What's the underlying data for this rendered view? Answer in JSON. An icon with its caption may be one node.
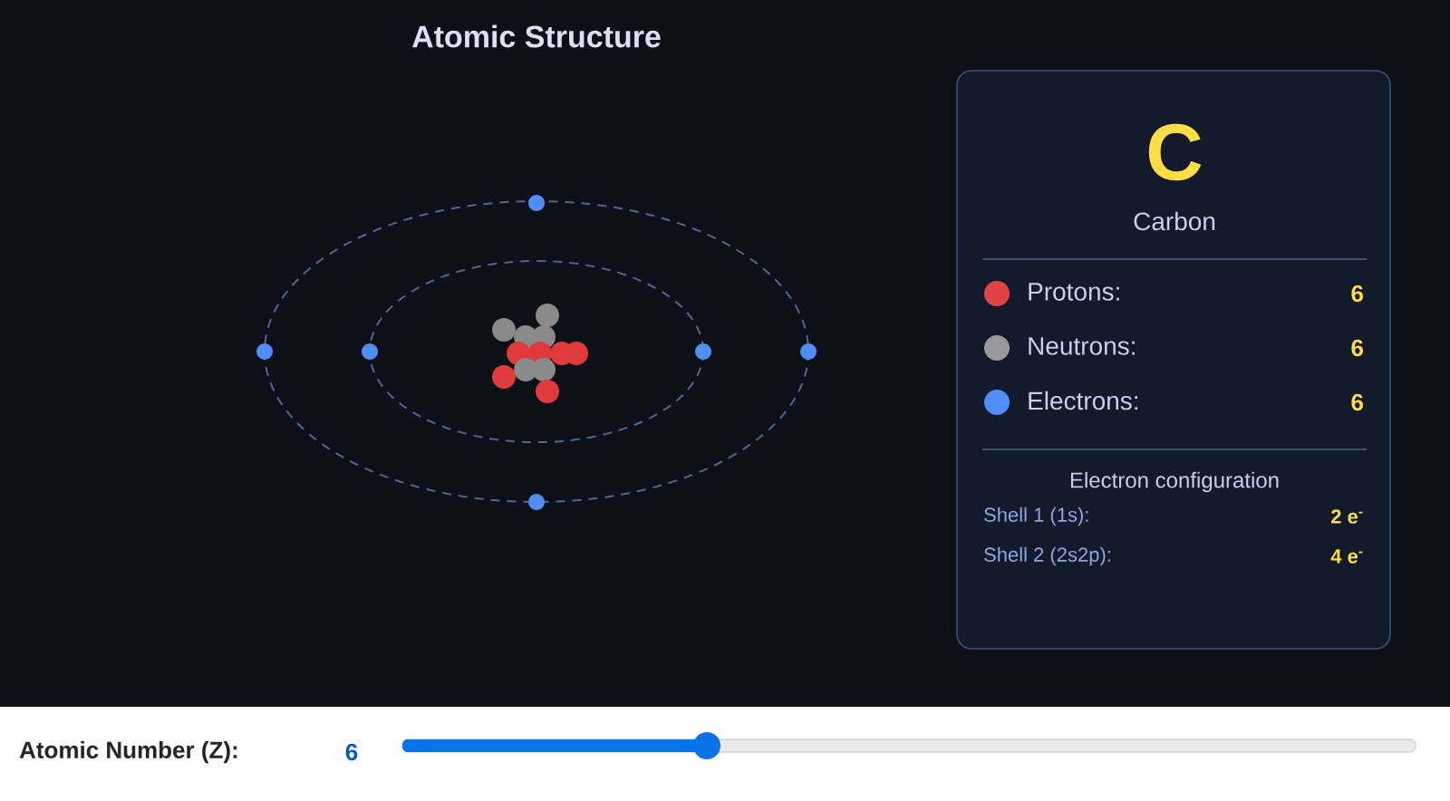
{
  "diagram": {
    "title": "Atomic Structure",
    "labels": [
      "C",
      "Carbon",
      "6",
      "6",
      "6",
      "Electron configuration",
      "Shell 1 (1s):",
      "2 e$^{-}$",
      "Shell 2 (2s2p):",
      "4 e$^{-}$",
      "Atomic Number (Z):",
      "6"
    ],
    "legend": [
      {
        "text": "Protons:",
        "color": "#e04444"
      },
      {
        "text": "Neutrons:",
        "color": "#9a9a9a"
      },
      {
        "text": "Electrons:",
        "color": "#4f8ef7"
      }
    ]
  }
}
